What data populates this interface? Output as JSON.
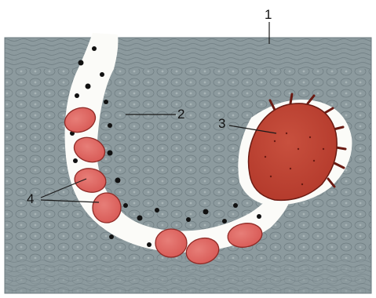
{
  "figure": {
    "labels": {
      "label_1": "1",
      "label_2": "2",
      "label_3": "3",
      "label_4": "4"
    },
    "colors": {
      "skin_tissue": "#8c9a9e",
      "skin_tissue_light": "#a8b4b6",
      "skin_tissue_dark": "#6d7b80",
      "tunnel": "#fbfbf8",
      "eggs": "#d85a56",
      "egg_outline": "#8f2a26",
      "mite": "#b2382a",
      "mite_dark": "#6a1a12",
      "feces": "#111111",
      "leader_lines": "#1a1a1a"
    }
  }
}
